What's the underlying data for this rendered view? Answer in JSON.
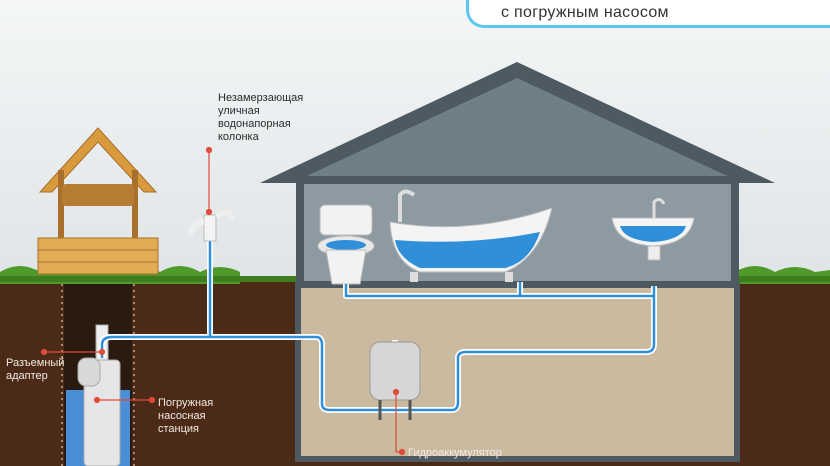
{
  "title": "с погружным насосом",
  "labels": {
    "hydrant": [
      "Незамерзающая",
      "уличная",
      "водонапорная",
      "колонка"
    ],
    "adapter": [
      "Разъемный",
      "адаптер"
    ],
    "pump": [
      "Погружная",
      "насосная",
      "станция"
    ],
    "accumulator": "Гидроаккумулятор"
  },
  "colors": {
    "water": "#2f8fd8",
    "soil": "#4b2b18",
    "grass": "#4f9a2a",
    "marker": "#e04a3a",
    "accent": "#5bc6ee"
  }
}
